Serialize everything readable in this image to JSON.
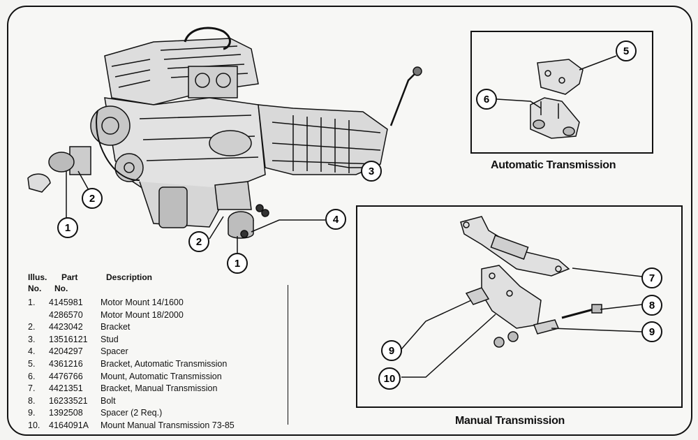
{
  "captions": {
    "automatic": "Automatic Transmission",
    "manual": "Manual Transmission"
  },
  "callouts": {
    "engine_bracket_left": "2",
    "engine_mount_left": "1",
    "transmission_stud": "3",
    "spacer": "4",
    "trans_bracket": "2",
    "trans_mount": "1",
    "auto_bracket": "5",
    "auto_mount": "6",
    "manual_bracket": "7",
    "bolt": "8",
    "spacer_right": "9",
    "spacer_left": "9",
    "manual_mount": "10"
  },
  "parts_table": {
    "header": {
      "illus_1": "Illus.",
      "illus_2": "No.",
      "part_1": "Part",
      "part_2": "No.",
      "description": "Description"
    },
    "rows": [
      {
        "no": "1.",
        "part": "4145981",
        "desc": "Motor Mount 14/1600"
      },
      {
        "no": "",
        "part": "4286570",
        "desc": "Motor Mount 18/2000"
      },
      {
        "no": "2.",
        "part": "4423042",
        "desc": "Bracket"
      },
      {
        "no": "3.",
        "part": "13516121",
        "desc": "Stud"
      },
      {
        "no": "4.",
        "part": "4204297",
        "desc": "Spacer"
      },
      {
        "no": "5.",
        "part": "4361216",
        "desc": "Bracket, Automatic Transmission"
      },
      {
        "no": "6.",
        "part": "4476766",
        "desc": "Mount, Automatic Transmission"
      },
      {
        "no": "7.",
        "part": "4421351",
        "desc": "Bracket, Manual Transmission"
      },
      {
        "no": "8.",
        "part": "16233521",
        "desc": "Bolt"
      },
      {
        "no": "9.",
        "part": "1392508",
        "desc": "Spacer (2 Req.)"
      },
      {
        "no": "10.",
        "part": "4164091A",
        "desc": "Mount Manual Transmission 73-85"
      }
    ]
  }
}
